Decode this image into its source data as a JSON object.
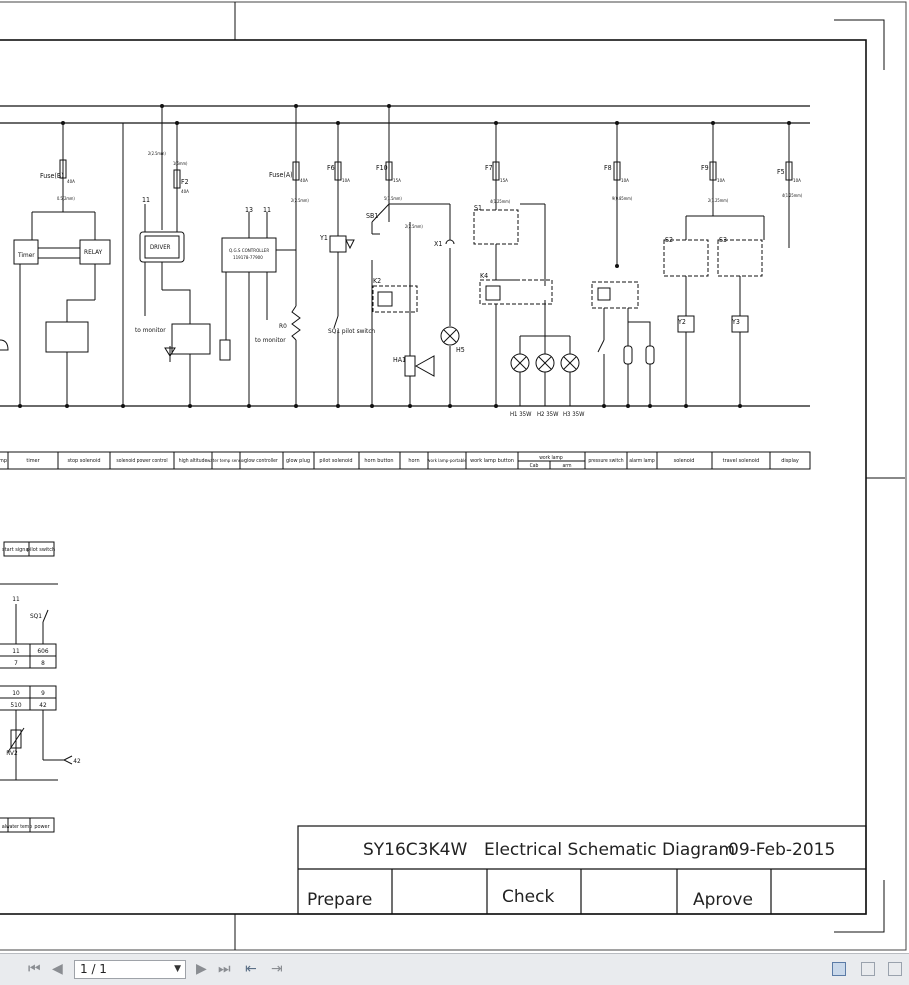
{
  "diagram": {
    "fuse_labels": [
      "Fuse(B)",
      "F2",
      "Fuse(A)",
      "F6",
      "F10",
      "F7",
      "F8",
      "F9",
      "F5"
    ],
    "fuse_ratings": [
      "40A",
      "40A",
      "40A",
      "10A",
      "15A",
      "15A",
      "10A",
      "10A",
      "10A"
    ],
    "wire_labels": [
      "0.5(2mm)",
      "2(2.5mm)",
      "1(6mm)",
      "2(2.5mm)",
      "5(1.5mm)",
      "2(2.5mm)",
      "4(1.25mm)",
      "9(0.85mm)",
      "2(1.25mm)",
      "4(1.25mm)"
    ],
    "components": {
      "timer": "Timer",
      "relay": "RELAY",
      "driver": "DRIVER",
      "qgs": "Q.G.S CONTROLLER",
      "qgs_code": "119178-77900",
      "to_monitor_1": "to monitor",
      "to_monitor_2": "to monitor",
      "sq1_pilot": "SQ1  pilot switch",
      "r0": "R0",
      "y1": "Y1",
      "sb1": "SB1",
      "k2": "K2",
      "x1": "X1",
      "ha1": "HA1",
      "h5": "H5",
      "s1": "S1",
      "k4": "K4",
      "s2": "S2",
      "s3": "S3",
      "y2": "Y2",
      "y3": "Y3",
      "node11a": "11",
      "node13": "13",
      "node11b": "11",
      "lamps": [
        "H1 35W",
        "H2 35W",
        "H3 35W"
      ]
    },
    "section_labels": [
      "mp",
      "timer",
      "stop solenoid",
      "solenoid power control",
      "high altitude",
      "water temp sensor",
      "glow controller",
      "glow plug",
      "pilot solenoid",
      "horn button",
      "horn",
      "work lamp-portable",
      "work lamp button",
      "work lamp",
      "Cab",
      "arm",
      "pressure switch",
      "alarm lamp",
      "solenoid",
      "travel solenoid",
      "display"
    ],
    "lower": {
      "header_labels": [
        "start signal",
        "pilot switch"
      ],
      "node_11": "11",
      "sq1": "SQ1",
      "grid_top": [
        "11",
        "606"
      ],
      "grid_mid": [
        "7",
        "8"
      ],
      "grid_row3": [
        "10",
        "9"
      ],
      "grid_row4": [
        "510",
        "42"
      ],
      "rv2": "RV2",
      "arrow_42": "42",
      "footer_labels": [
        "al",
        "water temp",
        "power"
      ]
    }
  },
  "title_block": {
    "model": "SY16C3K4W",
    "title": "Electrical Schematic Diagram",
    "date": "09-Feb-2015",
    "prepare": "Prepare",
    "check": "Check",
    "approve": "Aprove"
  },
  "toolbar": {
    "page_indicator": "1 / 1"
  }
}
